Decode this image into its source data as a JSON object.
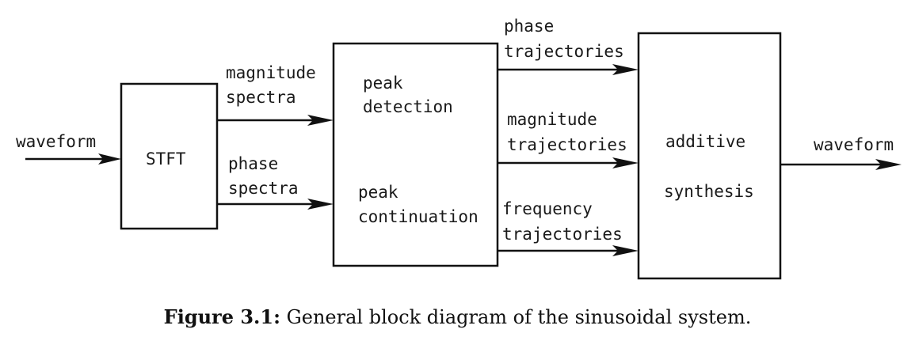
{
  "blocks": {
    "stft": "STFT",
    "peak": {
      "line1": "peak",
      "line2": "detection",
      "line3": "peak",
      "line4": "continuation"
    },
    "synth": {
      "line1": "additive",
      "line2": "synthesis"
    }
  },
  "signals": {
    "input": "waveform",
    "magnitude_spectra": [
      "magnitude",
      "spectra"
    ],
    "phase_spectra": [
      "phase",
      "spectra"
    ],
    "phase_trajectories": [
      "phase",
      "trajectories"
    ],
    "magnitude_trajectories": [
      "magnitude",
      "trajectories"
    ],
    "frequency_trajectories": [
      "frequency",
      "trajectories"
    ],
    "output": "waveform"
  },
  "caption": {
    "label": "Figure 3.1:",
    "text": " General block diagram of the sinusoidal system."
  }
}
